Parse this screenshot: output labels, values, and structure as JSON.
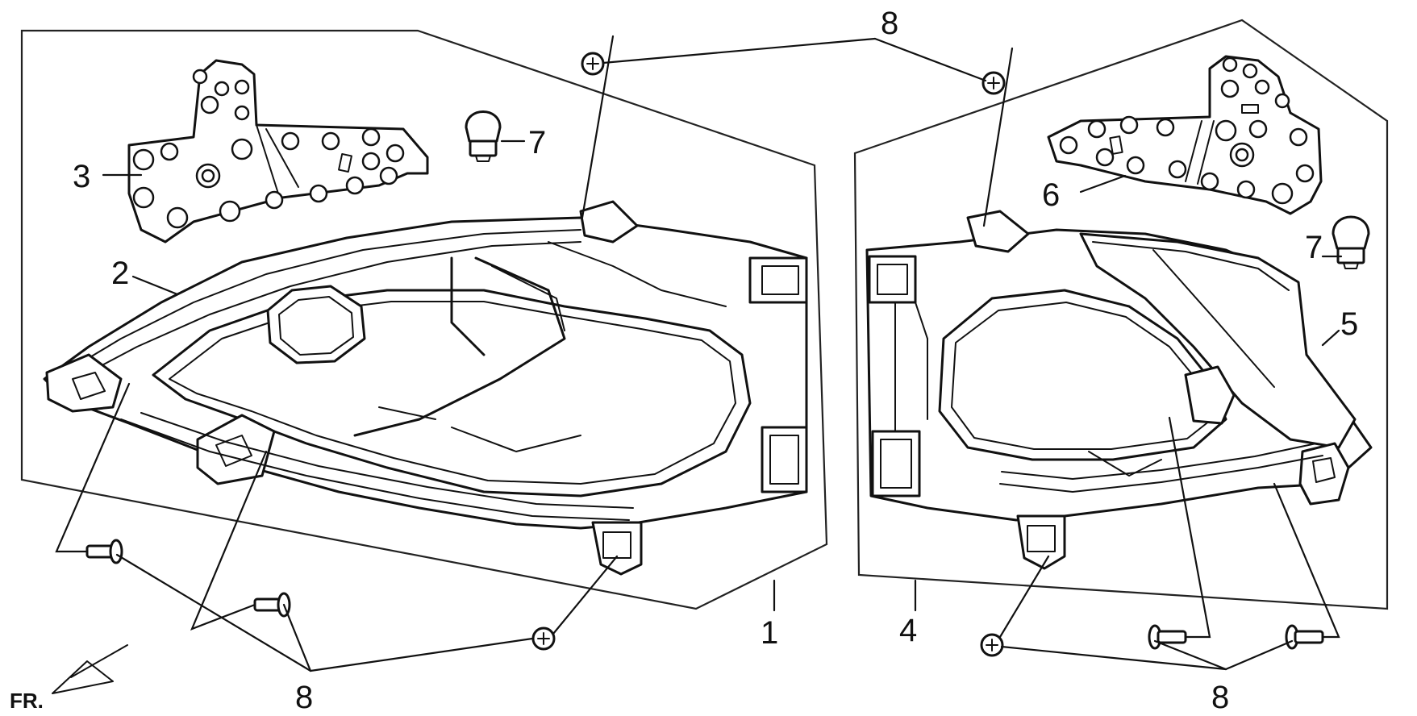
{
  "labels": {
    "p1": "1",
    "p2": "2",
    "p3": "3",
    "p4": "4",
    "p5": "5",
    "p6": "6",
    "p7_left": "7",
    "p7_right": "7",
    "p8_top": "8",
    "p8_bottom_left": "8",
    "p8_bottom_right": "8"
  },
  "direction_marker": "FR.",
  "icons": {
    "bulb": "bulb-icon",
    "screw": "screw-icon",
    "rivet": "rivet-icon",
    "arrow": "front-arrow-icon"
  },
  "colors": {
    "ink": "#111111",
    "paper": "#ffffff"
  }
}
